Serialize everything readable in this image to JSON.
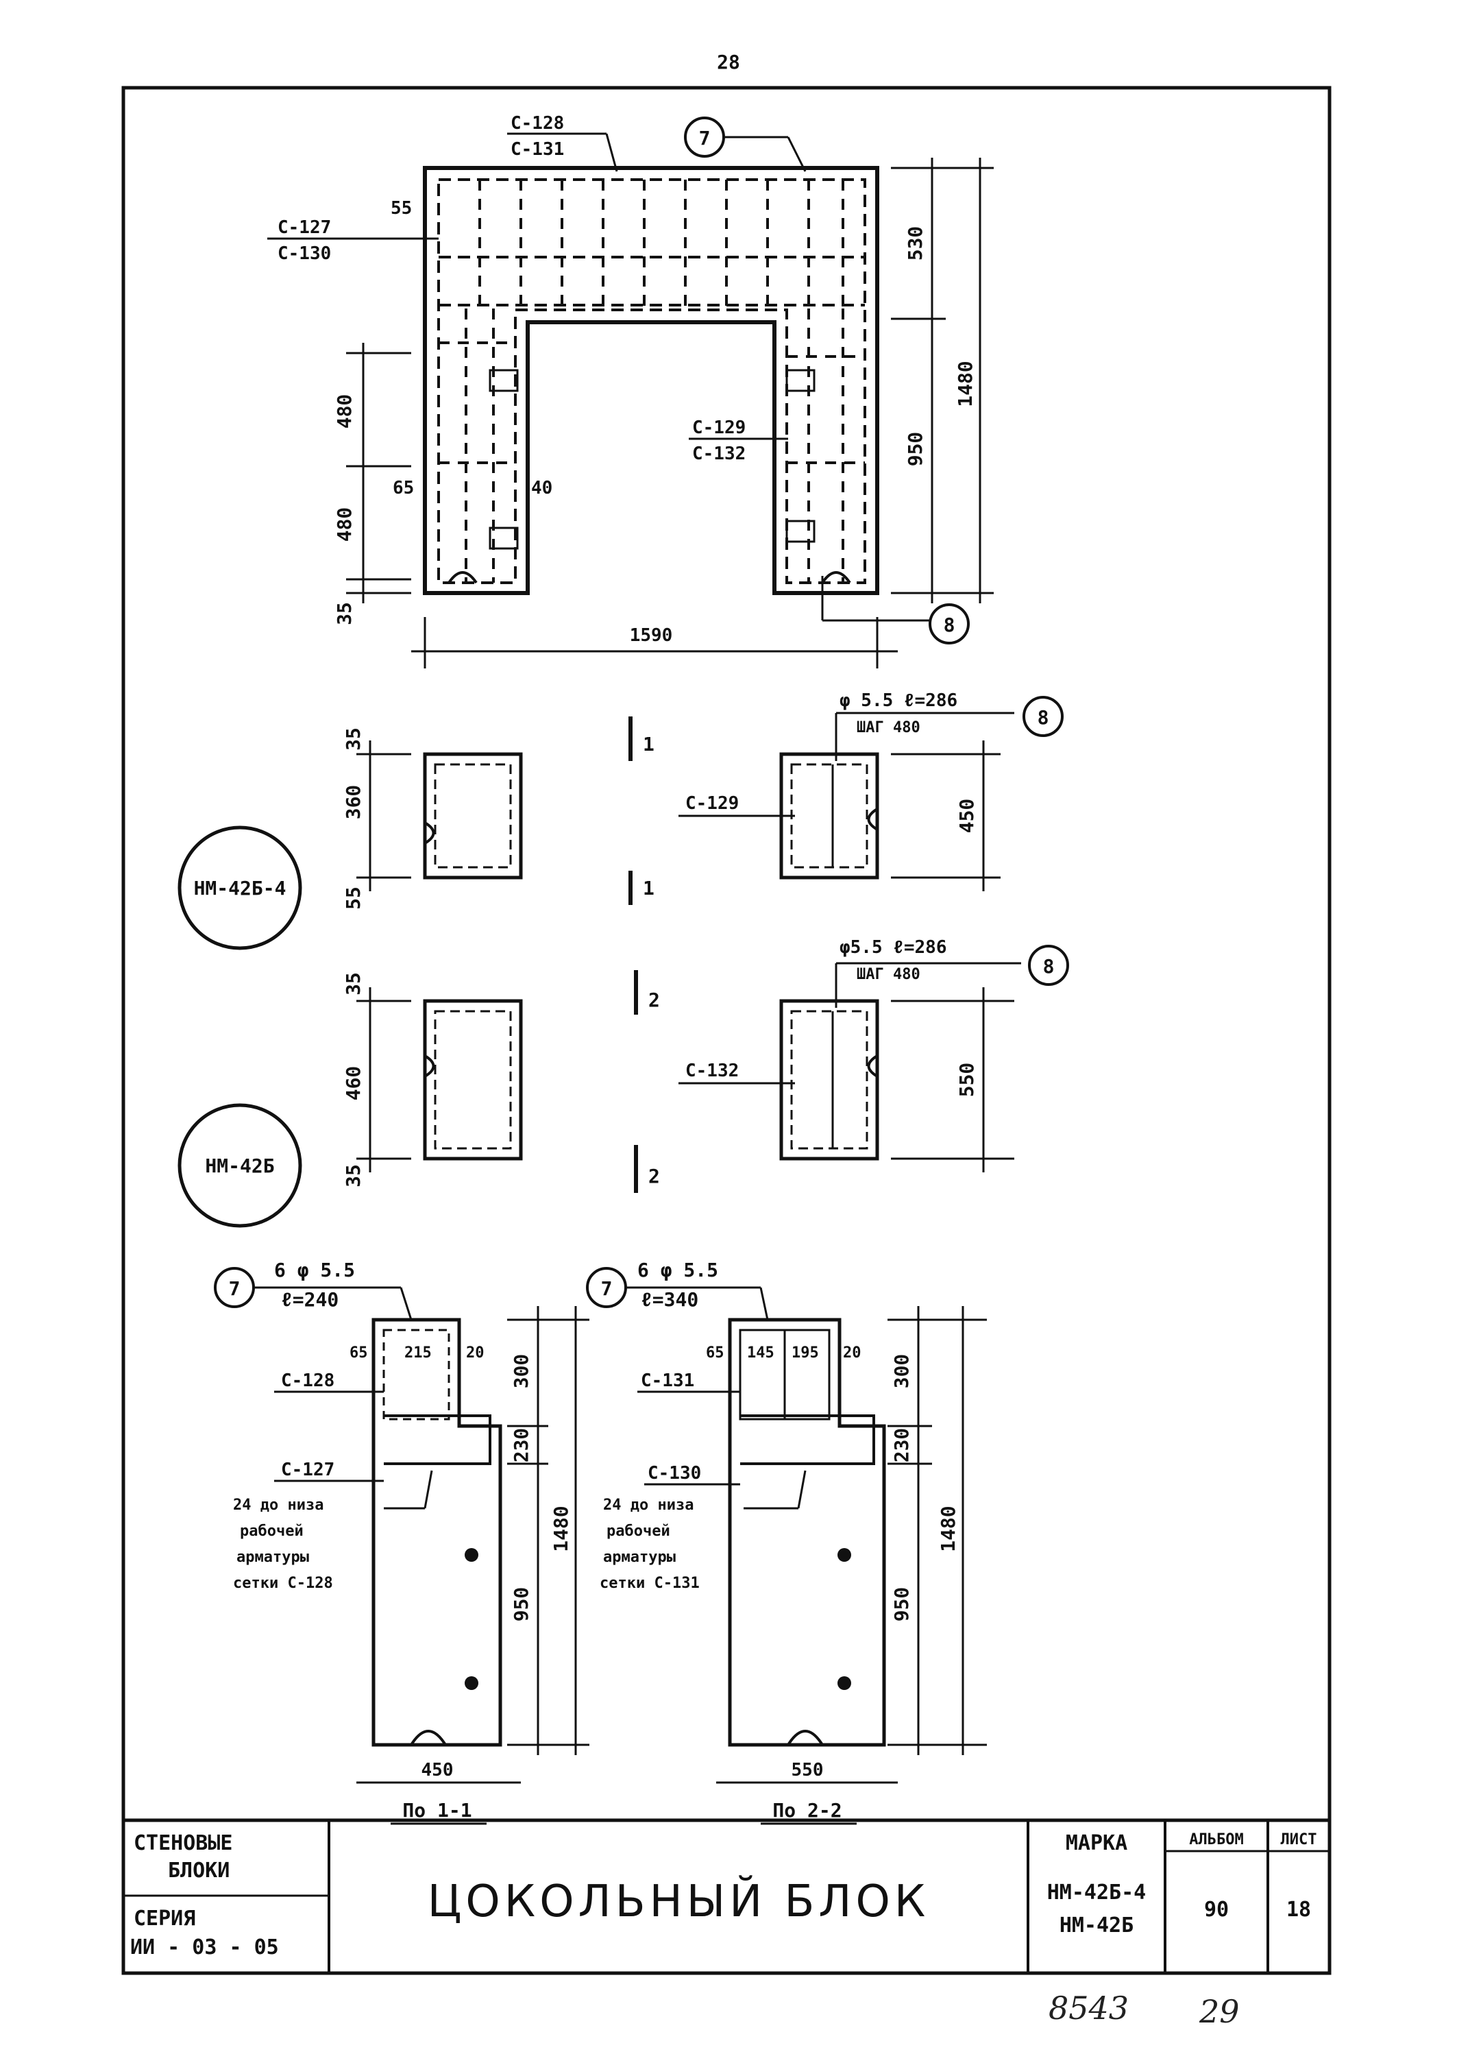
{
  "page_number": "28",
  "elevation": {
    "mesh_top_1": "С-128",
    "mesh_top_2": "С-131",
    "mesh_left_1": "С-127",
    "mesh_left_2": "С-130",
    "mesh_right_1": "С-129",
    "mesh_right_2": "С-132",
    "marker_7": "7",
    "marker_8": "8",
    "dim_55": "55",
    "dim_65": "65",
    "dim_40": "40",
    "dim_480a": "480",
    "dim_480b": "480",
    "dim_35": "35",
    "dim_530": "530",
    "dim_950": "950",
    "dim_1480": "1480",
    "dim_1590": "1590"
  },
  "sections": {
    "sec1_left_35": "35",
    "sec1_left_360": "360",
    "sec1_left_55": "55",
    "sec1_mesh": "С-129",
    "sec1_rebar": "φ 5.5  ℓ=286",
    "sec1_step": "ШАГ 480",
    "sec1_dim": "450",
    "sec1_mark": "1",
    "sec1_marker": "8",
    "sec2_left_35": "35",
    "sec2_left_460": "460",
    "sec2_left_35b": "35",
    "sec2_mesh": "С-132",
    "sec2_rebar": "φ5.5  ℓ=286",
    "sec2_step": "ШАГ 480",
    "sec2_dim": "550",
    "sec2_mark": "2",
    "sec2_marker": "8",
    "badge_1": "НМ-42Б-4",
    "badge_2": "НМ-42Б"
  },
  "cuts": {
    "cut1": {
      "marker": "7",
      "rebar": "6 φ 5.5",
      "length": "ℓ=240",
      "d65": "65",
      "d215": "215",
      "d20": "20",
      "mesh_a": "С-128",
      "mesh_b": "С-127",
      "note_1": "24 до низа",
      "note_2": "рабочей",
      "note_3": "арматуры",
      "note_4": "сетки С-128",
      "d300": "300",
      "d230": "230",
      "d950": "950",
      "d1480": "1480",
      "width": "450",
      "caption": "По 1-1"
    },
    "cut2": {
      "marker": "7",
      "rebar": "6 φ 5.5",
      "length": "ℓ=340",
      "d65": "65",
      "d145": "145",
      "d195": "195",
      "d20": "20",
      "mesh_a": "С-131",
      "mesh_b": "С-130",
      "note_1": "24 до низа",
      "note_2": "рабочей",
      "note_3": "арматуры",
      "note_4": "сетки С-131",
      "d300": "300",
      "d230": "230",
      "d950": "950",
      "d1480": "1480",
      "width": "550",
      "caption": "По 2-2"
    }
  },
  "title_block": {
    "category_1": "СТЕНОВЫЕ",
    "category_2": "БЛОКИ",
    "series_label": "СЕРИЯ",
    "series_value": "ИИ - 03 - 05",
    "title": "ЦОКОЛЬНЫЙ БЛОК",
    "mark_label": "МАРКА",
    "mark_1": "НМ-42Б-4",
    "mark_2": "НМ-42Б",
    "album_label": "АЛЬБОМ",
    "album_value": "90",
    "sheet_label": "ЛИСТ",
    "sheet_value": "18"
  },
  "handwritten": {
    "number_1": "8543",
    "number_2": "29"
  }
}
